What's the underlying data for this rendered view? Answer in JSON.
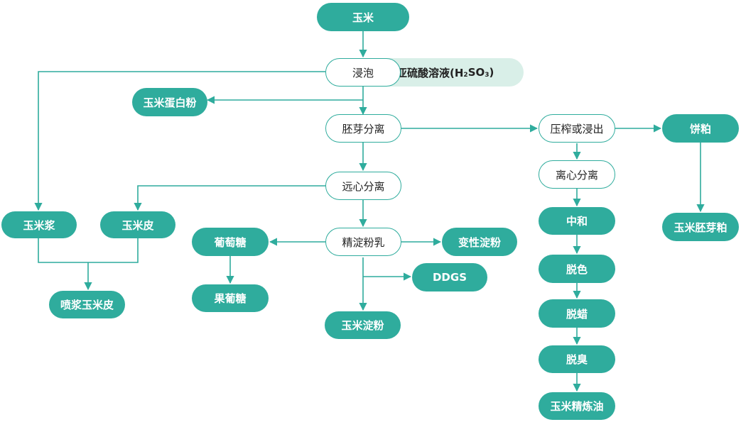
{
  "colors": {
    "accent": "#2fac9d",
    "note_bg": "#d9efe8",
    "text": "#222222"
  },
  "nodes": {
    "corn": "玉米",
    "steeping": "浸泡",
    "sulfite_prefix": "亚硫酸溶液(H",
    "sulfite_sub2": "2",
    "sulfite_mid": "SO",
    "sulfite_sub3": "3",
    "sulfite_suffix": ")",
    "protein": "玉米蛋白粉",
    "germ_separation": "胚芽分离",
    "press_extract": "压榨或浸出",
    "cake": "饼粕",
    "centrifuge": "远心分离",
    "centrifuge2": "离心分离",
    "corn_steep": "玉米浆",
    "corn_bran": "玉米皮",
    "starch_milk": "精淀粉乳",
    "glucose": "葡萄糖",
    "modified_starch": "变性淀粉",
    "ddgs": "DDGS",
    "fructose": "果葡糖",
    "corn_starch": "玉米淀粉",
    "sprayed_bran": "喷浆玉米皮",
    "germ_meal": "玉米胚芽粕",
    "neutralize": "中和",
    "decolor": "脱色",
    "dewax": "脱蜡",
    "deodorize": "脱臭",
    "refined_oil": "玉米精炼油"
  }
}
